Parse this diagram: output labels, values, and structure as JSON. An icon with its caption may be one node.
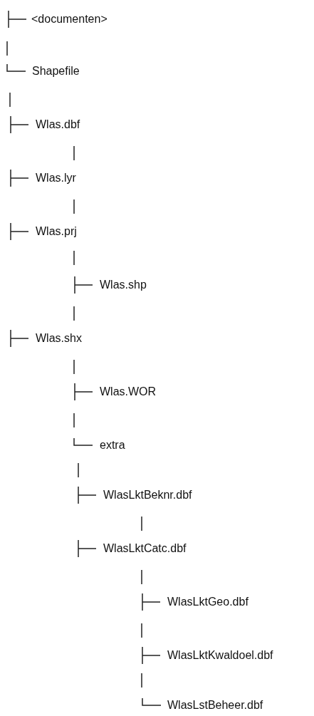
{
  "diagram": {
    "labels": [
      "<documenten>",
      "Shapefile",
      "Wlas.dbf",
      "Wlas.lyr",
      "Wlas.prj",
      "Wlas.shp",
      "Wlas.shx",
      "Wlas.WOR",
      "extra",
      "WlasLktBeknr.dbf",
      "WlasLktCatc.dbf",
      "WlasLktGeo.dbf",
      "WlasLktKwaldoel.dbf",
      "WlasLstBeheer.dbf"
    ]
  }
}
